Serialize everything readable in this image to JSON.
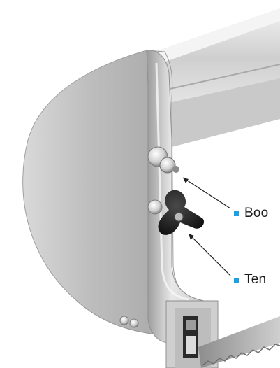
{
  "photo": {
    "subject": "bandsaw-frame-wheel-guard-assembly",
    "colors": {
      "metal_light": "#e4e4e4",
      "metal_mid": "#c2c2c2",
      "metal_dark": "#8e8e8e",
      "knob": "#1e1e1e",
      "accent": "#1aa0e6"
    }
  },
  "callouts": [
    {
      "label": "Boo",
      "icon": "square-bullet-icon"
    },
    {
      "label": "Ten",
      "icon": "square-bullet-icon"
    }
  ]
}
